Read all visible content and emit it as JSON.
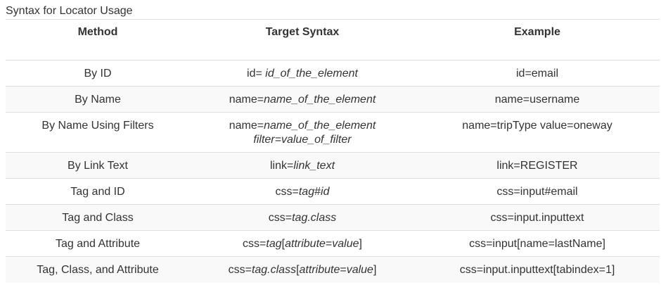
{
  "caption": "Syntax for Locator Usage",
  "headers": {
    "method": "Method",
    "target_syntax": "Target Syntax",
    "example": "Example"
  },
  "rows": [
    {
      "method": "By ID",
      "target": [
        {
          "text": "id= ",
          "italic": false
        },
        {
          "text": "id_of_the_element",
          "italic": true
        }
      ],
      "example": "id=email"
    },
    {
      "method": "By Name",
      "target": [
        {
          "text": "name=",
          "italic": false
        },
        {
          "text": "name_of_the_element",
          "italic": true
        }
      ],
      "example": "name=username"
    },
    {
      "method": "By Name Using Filters",
      "target": [
        {
          "text": "name=",
          "italic": false
        },
        {
          "text": "name_of_the_element",
          "italic": true
        },
        {
          "text": "\n",
          "italic": false
        },
        {
          "text": "filter=",
          "italic": true
        },
        {
          "text": "value_of_filter",
          "italic": true
        }
      ],
      "example": "name=tripType value=oneway",
      "tall": true
    },
    {
      "method": "By Link Text",
      "target": [
        {
          "text": "link=",
          "italic": false
        },
        {
          "text": "link_text",
          "italic": true
        }
      ],
      "example": "link=REGISTER"
    },
    {
      "method": "Tag and ID",
      "target": [
        {
          "text": "css=",
          "italic": false
        },
        {
          "text": "tag",
          "italic": true
        },
        {
          "text": "#",
          "italic": false
        },
        {
          "text": "id",
          "italic": true
        }
      ],
      "example": "css=input#email"
    },
    {
      "method": "Tag and Class",
      "target": [
        {
          "text": "css=",
          "italic": false
        },
        {
          "text": "tag.class",
          "italic": true
        }
      ],
      "example": "css=input.inputtext"
    },
    {
      "method": "Tag and Attribute",
      "target": [
        {
          "text": "css=",
          "italic": false
        },
        {
          "text": "tag",
          "italic": true
        },
        {
          "text": "[",
          "italic": false
        },
        {
          "text": "attribute",
          "italic": true
        },
        {
          "text": "=",
          "italic": false
        },
        {
          "text": "value",
          "italic": true
        },
        {
          "text": "]",
          "italic": false
        }
      ],
      "example": "css=input[name=lastName]"
    },
    {
      "method": "Tag, Class, and Attribute",
      "target": [
        {
          "text": "css=",
          "italic": false
        },
        {
          "text": "tag.class",
          "italic": true
        },
        {
          "text": "[",
          "italic": false
        },
        {
          "text": "attribute",
          "italic": true
        },
        {
          "text": "=",
          "italic": false
        },
        {
          "text": "value",
          "italic": true
        },
        {
          "text": "]",
          "italic": false
        }
      ],
      "example": "css=input.inputtext[tabindex=1]"
    }
  ]
}
